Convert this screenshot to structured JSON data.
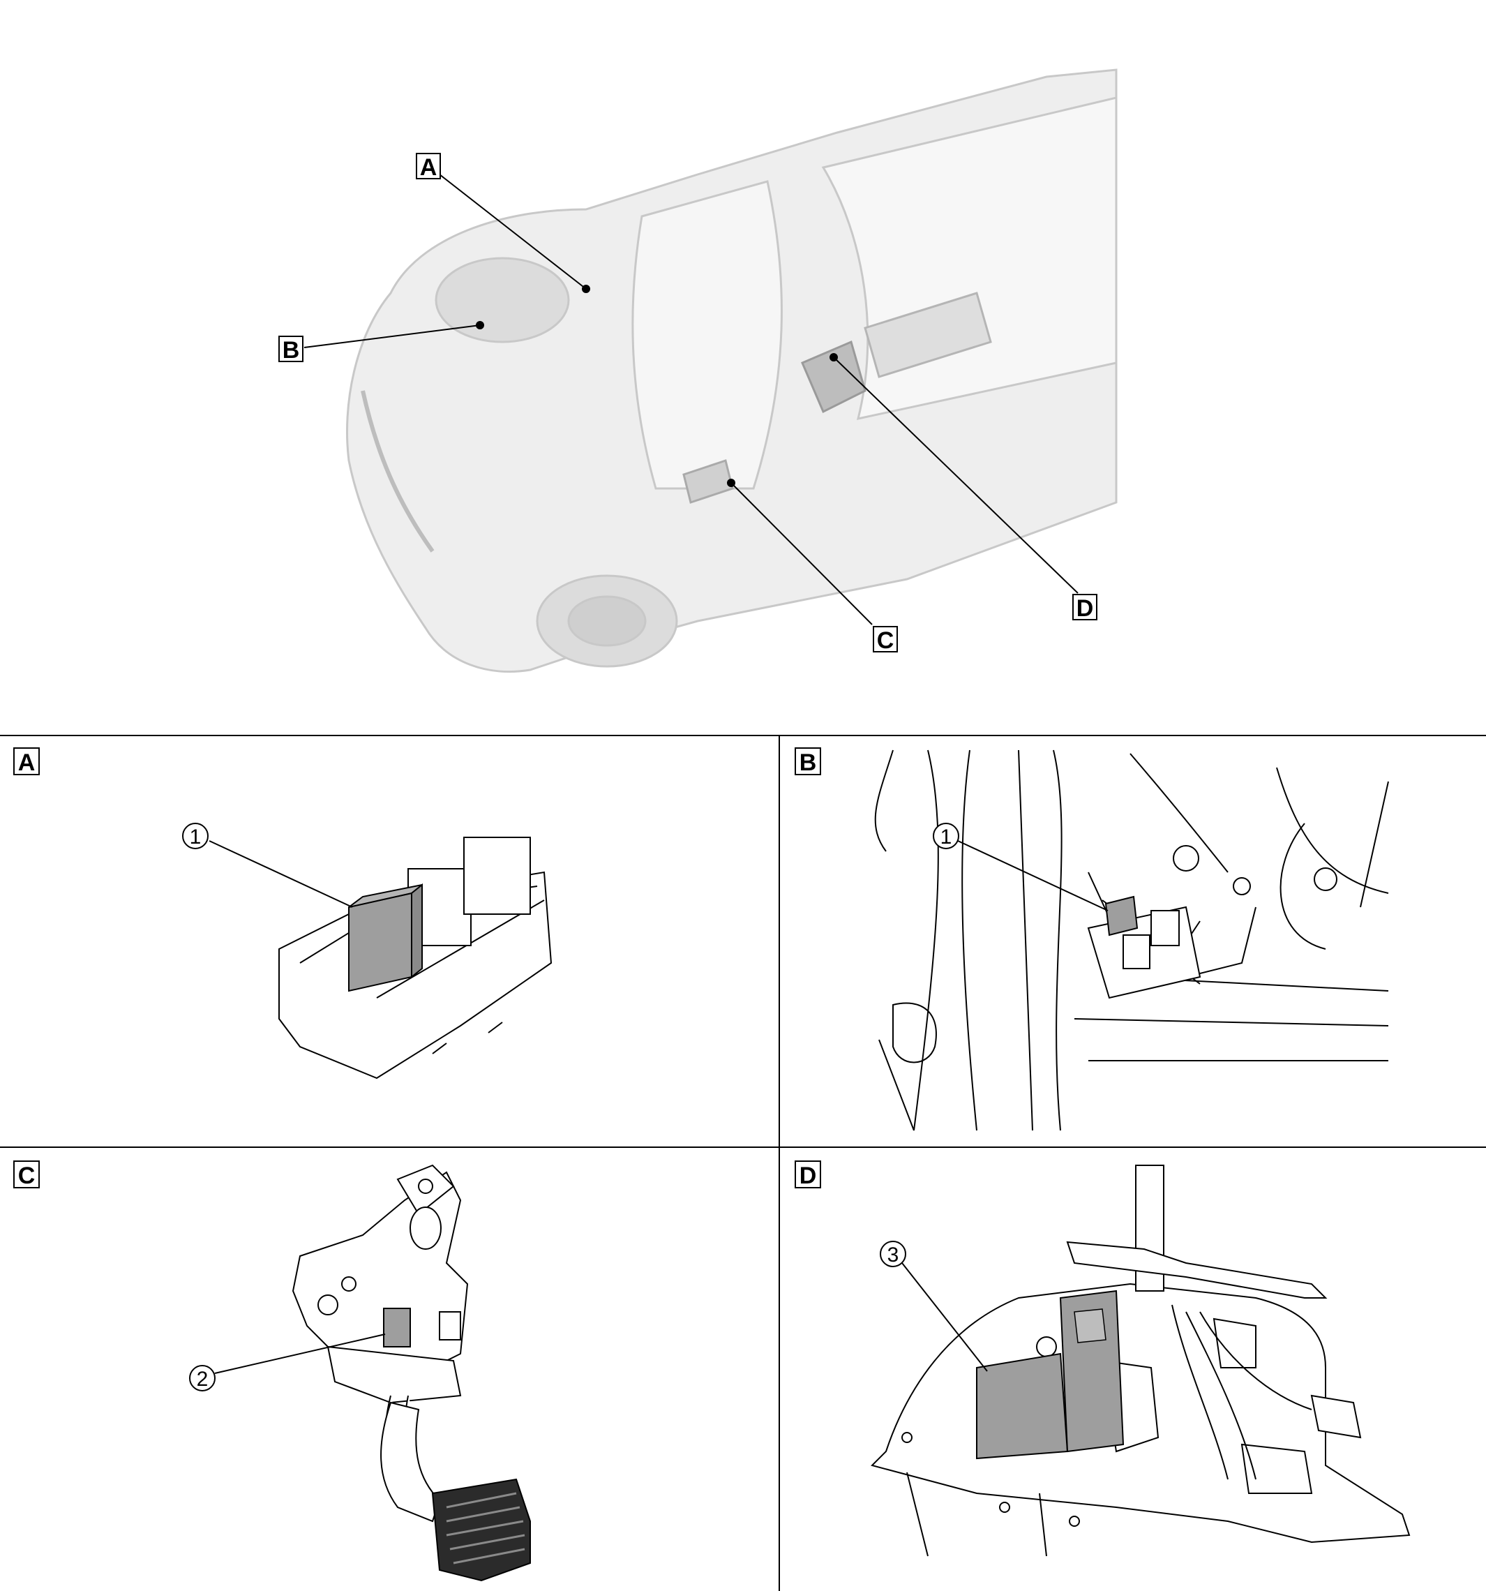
{
  "overview": {
    "callouts": [
      {
        "letter": "A"
      },
      {
        "letter": "B"
      },
      {
        "letter": "C"
      },
      {
        "letter": "D"
      }
    ]
  },
  "panels": [
    {
      "letter": "A",
      "callout": "1"
    },
    {
      "letter": "B",
      "callout": "1"
    },
    {
      "letter": "C",
      "callout": "2"
    },
    {
      "letter": "D",
      "callout": "3"
    }
  ],
  "colors": {
    "highlight": "#9e9e9e",
    "ghost": "#d9d9d9",
    "line": "#000000"
  }
}
